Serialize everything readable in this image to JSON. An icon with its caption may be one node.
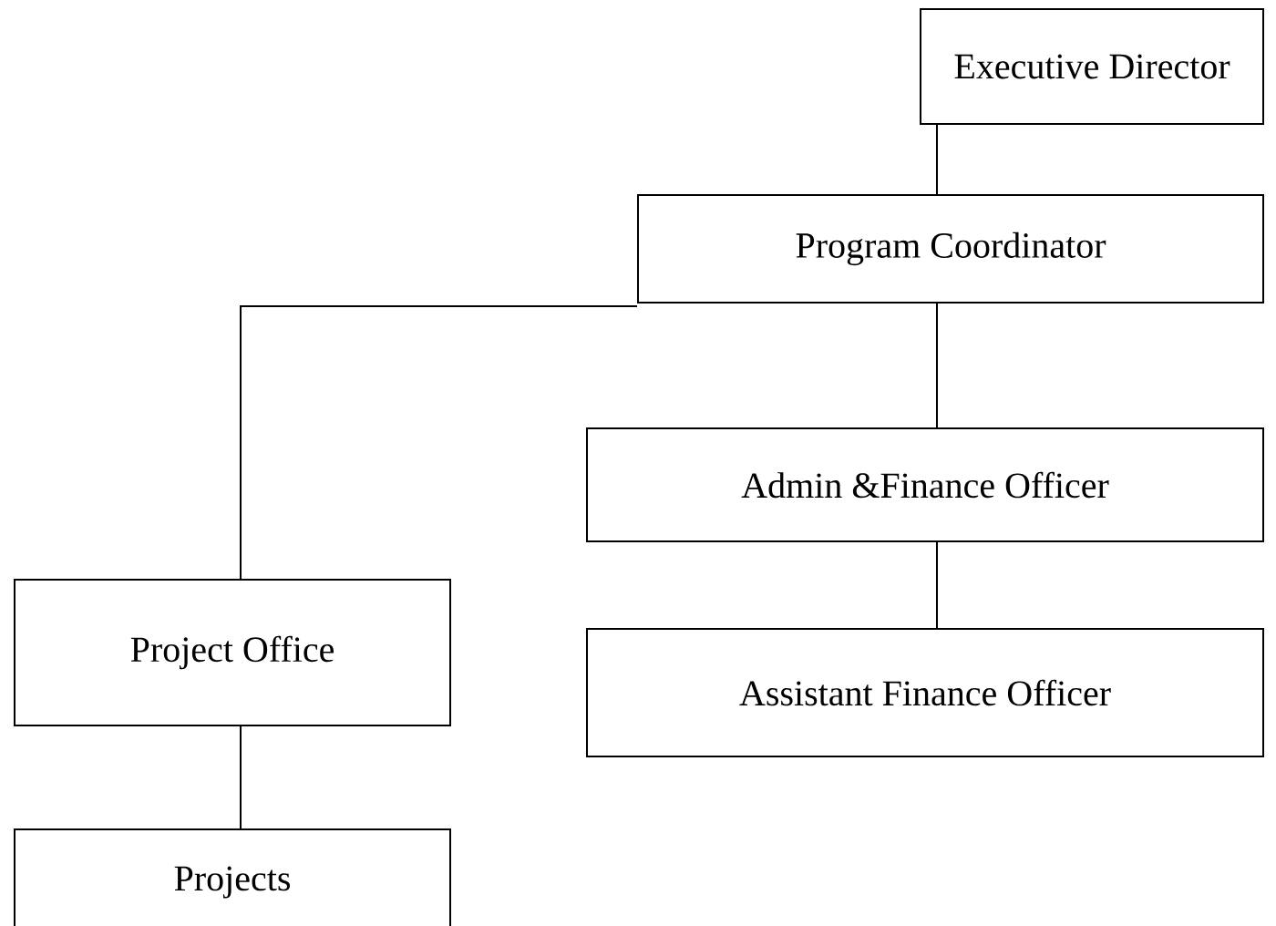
{
  "diagram": {
    "nodes": [
      {
        "text": [
          "Executive Director"
        ]
      },
      {
        "text": [
          "Program Coordinator"
        ]
      },
      {
        "text": [
          "Admin &Finance Officer"
        ]
      },
      {
        "text": [
          "Assistant Finance Officer"
        ]
      },
      {
        "text": [
          "Project Office"
        ]
      },
      {
        "text": [
          "Projects"
        ]
      }
    ],
    "edges": [
      {
        "from": 0,
        "to": 1,
        "arrow": "none"
      },
      {
        "from": 1,
        "to": 2,
        "arrow": "none"
      },
      {
        "from": 2,
        "to": 3,
        "arrow": "none"
      },
      {
        "from": 1,
        "to": 4,
        "arrow": "none"
      },
      {
        "from": 4,
        "to": 5,
        "arrow": "none"
      }
    ]
  }
}
